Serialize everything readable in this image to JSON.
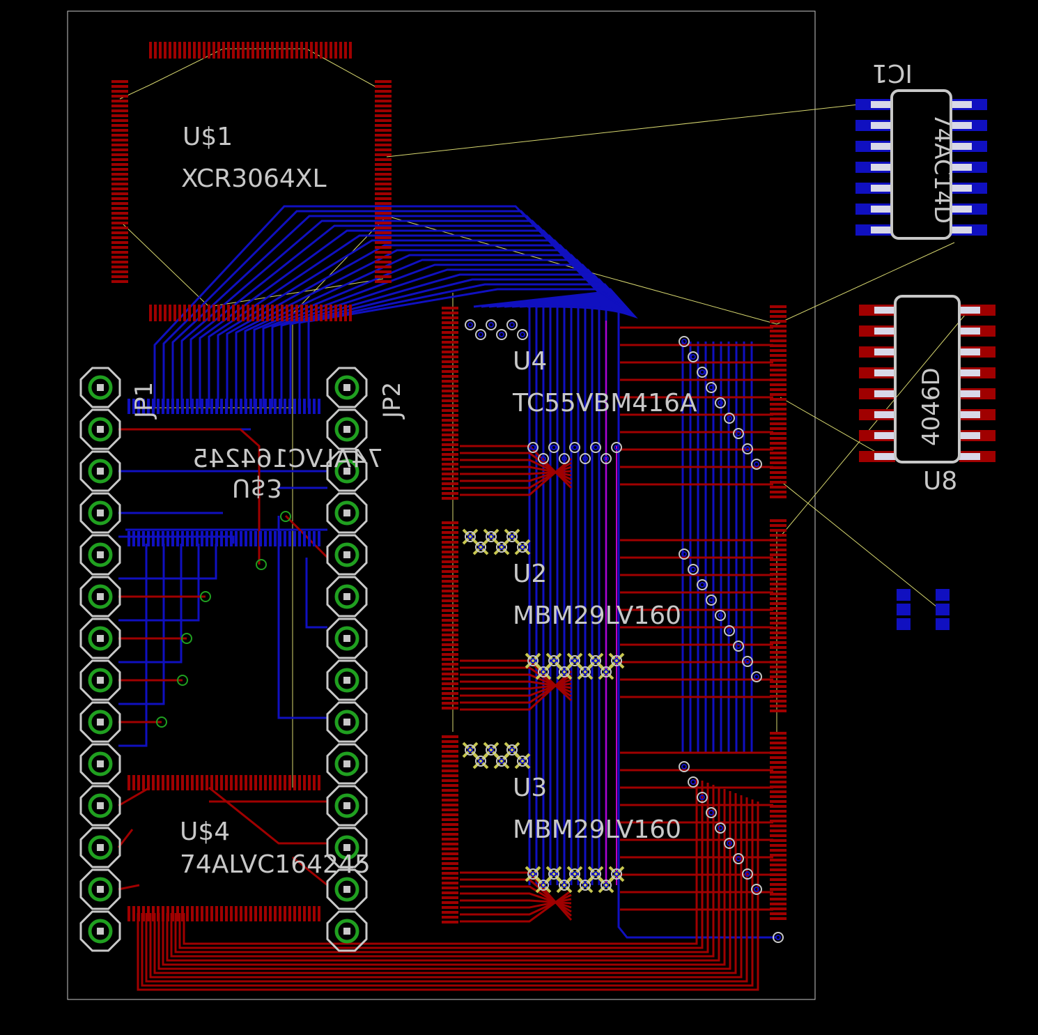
{
  "colors": {
    "background": "#000000",
    "outline": "#c8c8c8",
    "top_copper": "#a00000",
    "bottom_copper": "#1010c0",
    "airwire": "#d8d870",
    "pad_ring": "#c8c8c8",
    "pad_via": "#20a020",
    "via_x": "#c8c850",
    "magenta": "#c000c0"
  },
  "labels": {
    "u1_name": "U$1",
    "u1_value": "XCR3064XL",
    "u4_name": "U4",
    "u4_value": "TC55VBM416A",
    "u2_name": "U2",
    "u2_value": "MBM29LV160",
    "u3_name": "U3",
    "u3_value": "MBM29LV160",
    "jp1_name": "JP1",
    "jp2_name": "JP2",
    "u3_bottom_value": "74ALVC164245",
    "u3_bottom_name": "U$3",
    "us4_name": "U$4",
    "us4_value": "74ALVC164245",
    "ic1_name": "IC1",
    "ic1_value": "74AC14D",
    "u8_name": "U8",
    "u8_value": "4046D"
  }
}
